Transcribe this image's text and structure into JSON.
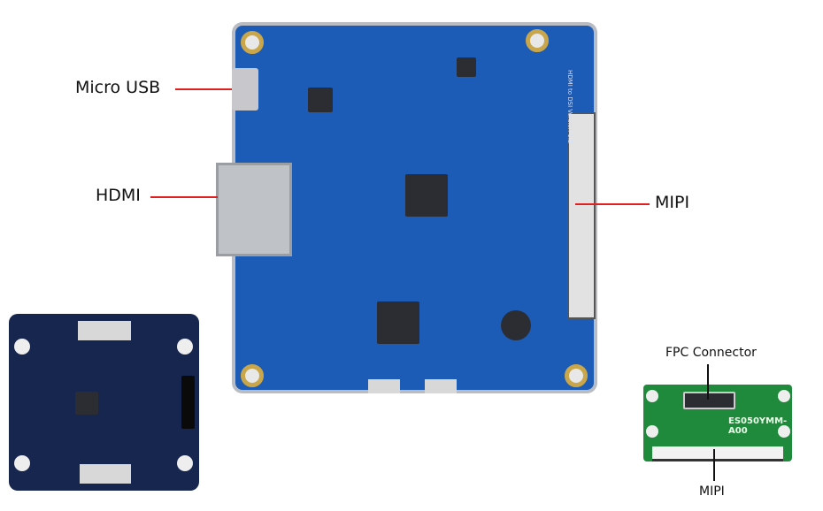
{
  "labels": {
    "micro_usb": "Micro USB",
    "hdmi": "HDMI",
    "mipi_main": "MIPI",
    "fpc_connector": "FPC Connector",
    "mipi_adapter": "MIPI"
  },
  "board_text": {
    "main_board_marking": "HDMI to DSI Version 1.2",
    "adapter_marking": "ES050YMM-A00"
  },
  "colors": {
    "main_board": "#1d5cb6",
    "small_board": "#17264f",
    "adapter_board": "#1f8a3c",
    "leader_line": "#e02020"
  }
}
